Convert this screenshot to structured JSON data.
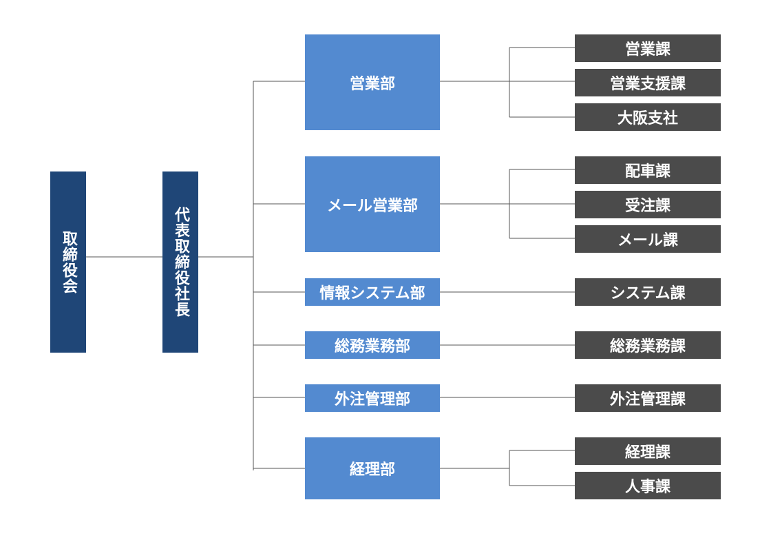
{
  "board": "取締役会",
  "president": "代表取締役社長",
  "departments": [
    {
      "name": "営業部",
      "sections": [
        "営業課",
        "営業支援課",
        "大阪支社"
      ]
    },
    {
      "name": "メール営業部",
      "sections": [
        "配車課",
        "受注課",
        "メール課"
      ]
    },
    {
      "name": "情報システム部",
      "sections": [
        "システム課"
      ]
    },
    {
      "name": "総務業務部",
      "sections": [
        "総務業務課"
      ]
    },
    {
      "name": "外注管理部",
      "sections": [
        "外注管理課"
      ]
    },
    {
      "name": "経理部",
      "sections": [
        "経理課",
        "人事課"
      ]
    }
  ],
  "colors": {
    "board": "#1f4677",
    "department": "#538ad0",
    "section": "#4b4b4b",
    "line": "#555555"
  }
}
